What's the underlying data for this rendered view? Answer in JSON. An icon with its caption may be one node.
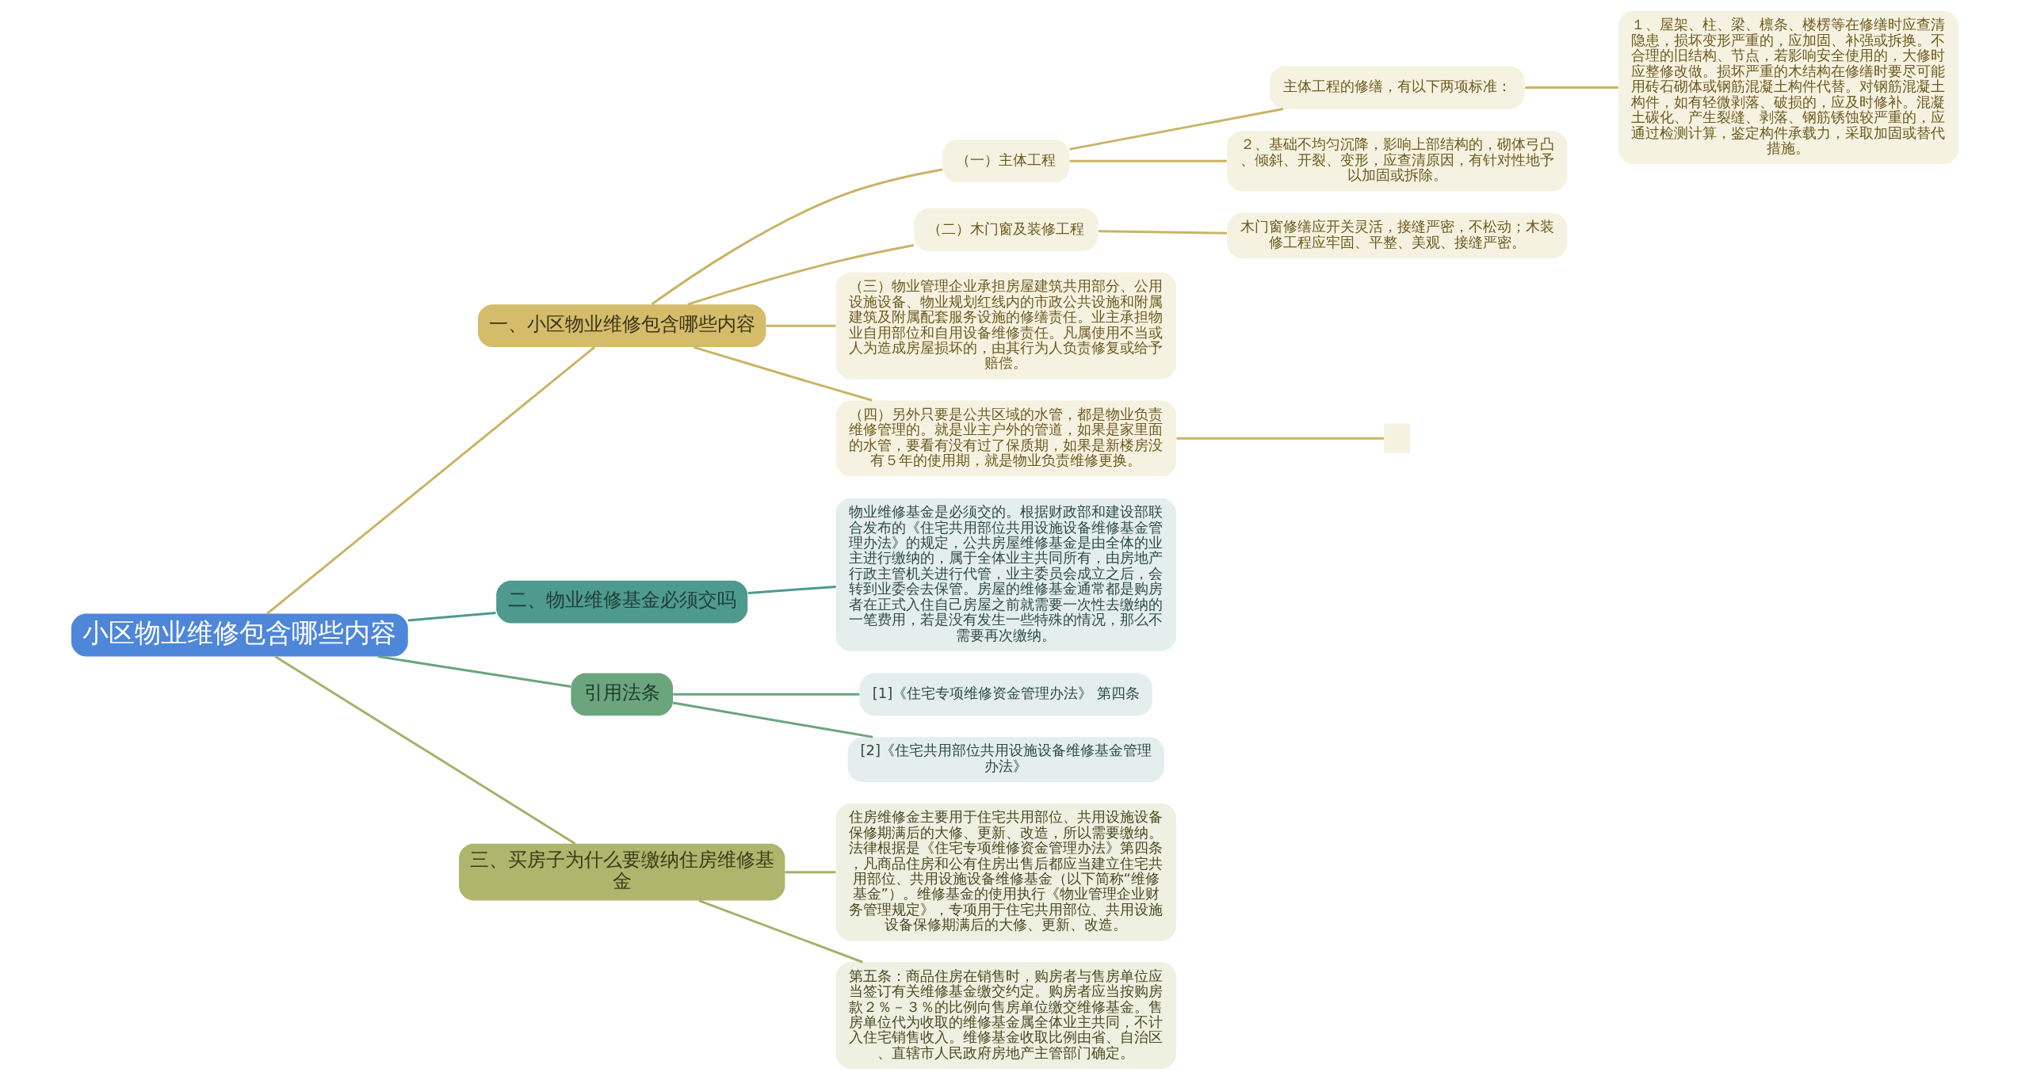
{
  "diagram": {
    "nodes": [
      {
        "text": [
          "小区物业维修包含哪些内容"
        ]
      },
      {
        "text": [
          "一、小区物业维修包含哪些内容"
        ]
      },
      {
        "text": [
          "（一）主体工程"
        ]
      },
      {
        "text": [
          "主体工程的修缮，有以下两项标准："
        ]
      },
      {
        "text": [
          "１、屋架、柱、梁、檩条、楼楞等在修缮时应查清隐患，损坏变形严重的，应加固、补强或拆换。不合理的旧结构、节点，若影响安全使用的，大修时应整修改做。损坏严重的木结构在修缮时要尽可能用砖石砌体或钢筋混凝土构件代替。对钢筋混凝土构件，如有轻微剥落、破损的，应及时修补。混凝土碳化、产生裂缝、剥落、钢筋锈蚀较严重的，应通过检测计算，鉴定构件承载力，采取加固或替代措施。"
        ]
      },
      {
        "text": [
          "２、基础不均匀沉降，影响上部结构的，砌体弓凸、倾斜、开裂、变形，应查清原因，有针对性地予以加固或拆除。"
        ]
      },
      {
        "text": [
          "（二）木门窗及装修工程"
        ]
      },
      {
        "text": [
          "木门窗修缮应开关灵活，接缝严密，不松动；木装修工程应牢固、平整、美观、接缝严密。"
        ]
      },
      {
        "text": [
          "（三）物业管理企业承担房屋建筑共用部分、公用设施设备、物业规划红线内的市政公共设施和附属建筑及附属配套服务设施的修缮责任。业主承担物业自用部位和自用设备维修责任。凡属使用不当或人为造成房屋损坏的，由其行为人负责修复或给予赔偿。"
        ]
      },
      {
        "text": [
          "（四）另外只要是公共区域的水管，都是物业负责维修管理的。就是业主户外的管道，如果是家里面的水管，要看有没有过了保质期，如果是新楼房没有５年的使用期，就是物业负责维修更换。"
        ]
      },
      {
        "text": [],
        "shape": "box"
      },
      {
        "text": [
          "二、物业维修基金必须交吗"
        ]
      },
      {
        "text": [
          "物业维修基金是必须交的。根据财政部和建设部联合发布的《住宅共用部位共用设施设备维修基金管理办法》的规定，公共房屋维修基金是由全体的业主进行缴纳的，属于全体业主共同所有，由房地产行政主管机关进行代管，业主委员会成立之后，会转到业委会去保管。房屋的维修基金通常都是购房者在正式入住自己房屋之前就需要一次性去缴纳的一笔费用，若是没有发生一些特殊的情况，那么不需要再次缴纳。"
        ]
      },
      {
        "text": [
          "引用法条"
        ]
      },
      {
        "text": [
          "[1]《住宅专项维修资金管理办法》 第四条"
        ]
      },
      {
        "text": [
          "[2]《住宅共用部位共用设施设备维修基金管理办法》"
        ]
      },
      {
        "text": [
          "三、买房子为什么要缴纳住房维修基金"
        ]
      },
      {
        "text": [
          "住房维修金主要用于住宅共用部位、共用设施设备保修期满后的大修、更新、改造，所以需要缴纳。法律根据是《住宅专项维修资金管理办法》第四条，凡商品住房和公有住房出售后都应当建立住宅共用部位、共用设施设备维修基金（以下简称“维修基金”）。维修基金的使用执行《物业管理企业财务管理规定》，专项用于住宅共用部位、共用设施设备保修期满后的大修、更新、改造。"
        ]
      },
      {
        "text": [
          "第五条：商品住房在销售时，购房者与售房单位应当签订有关维修基金缴交约定。购房者应当按购房款２％－３％的比例向售房单位缴交维修基金。售房单位代为收取的维修基金属全体业主共同，不计入住宅销售收入。维修基金收取比例由省、自治区、直辖市人民政府房地产主管部门确定。"
        ]
      }
    ],
    "edges": [
      {
        "from": 0,
        "to": 1,
        "arrow": "none",
        "color": "#c9b466"
      },
      {
        "from": 1,
        "to": 2,
        "arrow": "none",
        "color": "#c9b466"
      },
      {
        "from": 2,
        "to": 3,
        "arrow": "none",
        "color": "#c9b466"
      },
      {
        "from": 3,
        "to": 4,
        "arrow": "none",
        "color": "#c9b466"
      },
      {
        "from": 2,
        "to": 5,
        "arrow": "none",
        "color": "#c9b466"
      },
      {
        "from": 1,
        "to": 6,
        "arrow": "none",
        "color": "#c9b466"
      },
      {
        "from": 6,
        "to": 7,
        "arrow": "none",
        "color": "#c9b466"
      },
      {
        "from": 1,
        "to": 8,
        "arrow": "none",
        "color": "#c9b466"
      },
      {
        "from": 1,
        "to": 9,
        "arrow": "none",
        "color": "#c9b466"
      },
      {
        "from": 9,
        "to": 10,
        "arrow": "none",
        "color": "#c9b466"
      },
      {
        "from": 0,
        "to": 11,
        "arrow": "none",
        "color": "#4e9a8e"
      },
      {
        "from": 11,
        "to": 12,
        "arrow": "none",
        "color": "#4e9a8e"
      },
      {
        "from": 0,
        "to": 13,
        "arrow": "none",
        "color": "#6aa57e"
      },
      {
        "from": 13,
        "to": 14,
        "arrow": "none",
        "color": "#6aa57e"
      },
      {
        "from": 13,
        "to": 15,
        "arrow": "none",
        "color": "#6aa57e"
      },
      {
        "from": 0,
        "to": 16,
        "arrow": "none",
        "color": "#a7b06a"
      },
      {
        "from": 16,
        "to": 17,
        "arrow": "none",
        "color": "#a7b06a"
      },
      {
        "from": 16,
        "to": 18,
        "arrow": "none",
        "color": "#a7b06a"
      }
    ]
  }
}
